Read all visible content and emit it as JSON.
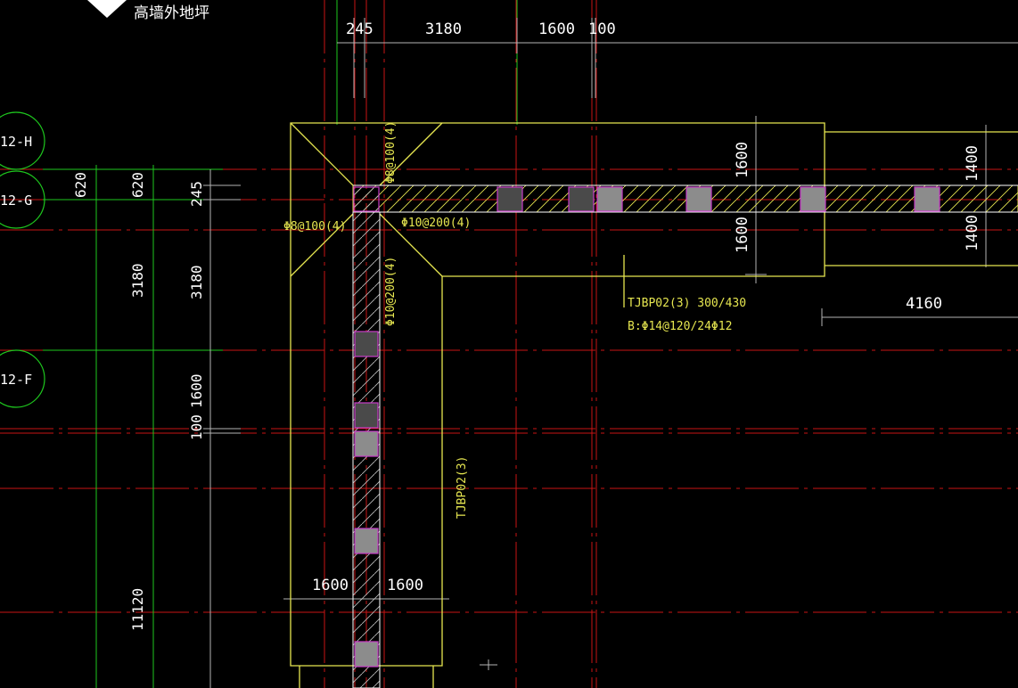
{
  "colors": {
    "background": "#000000",
    "axis_red": "#c81414",
    "dim_line": "#b4b4b4",
    "green": "#1ec81e",
    "yellow": "#e6e650",
    "white": "#ffffff",
    "magenta": "#c83cc8",
    "gray_fill": "#8c8c8c"
  },
  "header": {
    "title": "高墙外地坪"
  },
  "grid_axes": [
    {
      "label": "12-H"
    },
    {
      "label": "12-G"
    },
    {
      "label": "12-F"
    }
  ],
  "dimensions": {
    "top": [
      "245",
      "3180",
      "1600",
      "100"
    ],
    "left_outer": [
      "620",
      "3180",
      "11120"
    ],
    "left_inner": [
      "620",
      "245",
      "3180",
      "1600",
      "100"
    ],
    "beam_side": [
      "1600",
      "1600"
    ],
    "right_side": [
      "1400",
      "1400"
    ],
    "bottom": [
      "1600",
      "1600"
    ],
    "right_horizontal": "4160"
  },
  "annotations": {
    "stirrup_top_vertical": "Φ8@100(4)",
    "stirrup_left": "Φ8@100(4)",
    "stirrup_corner": "Φ10@200(4)",
    "stirrup_vertical": "Φ10@200(4)",
    "beam_name": "TJBP02(3) 300/430",
    "beam_rebar": "B:Φ14@120/24Φ12",
    "beam_vertical": "TJBP02(3)"
  },
  "icons": {
    "header_marker": "triangle-marker-icon"
  }
}
